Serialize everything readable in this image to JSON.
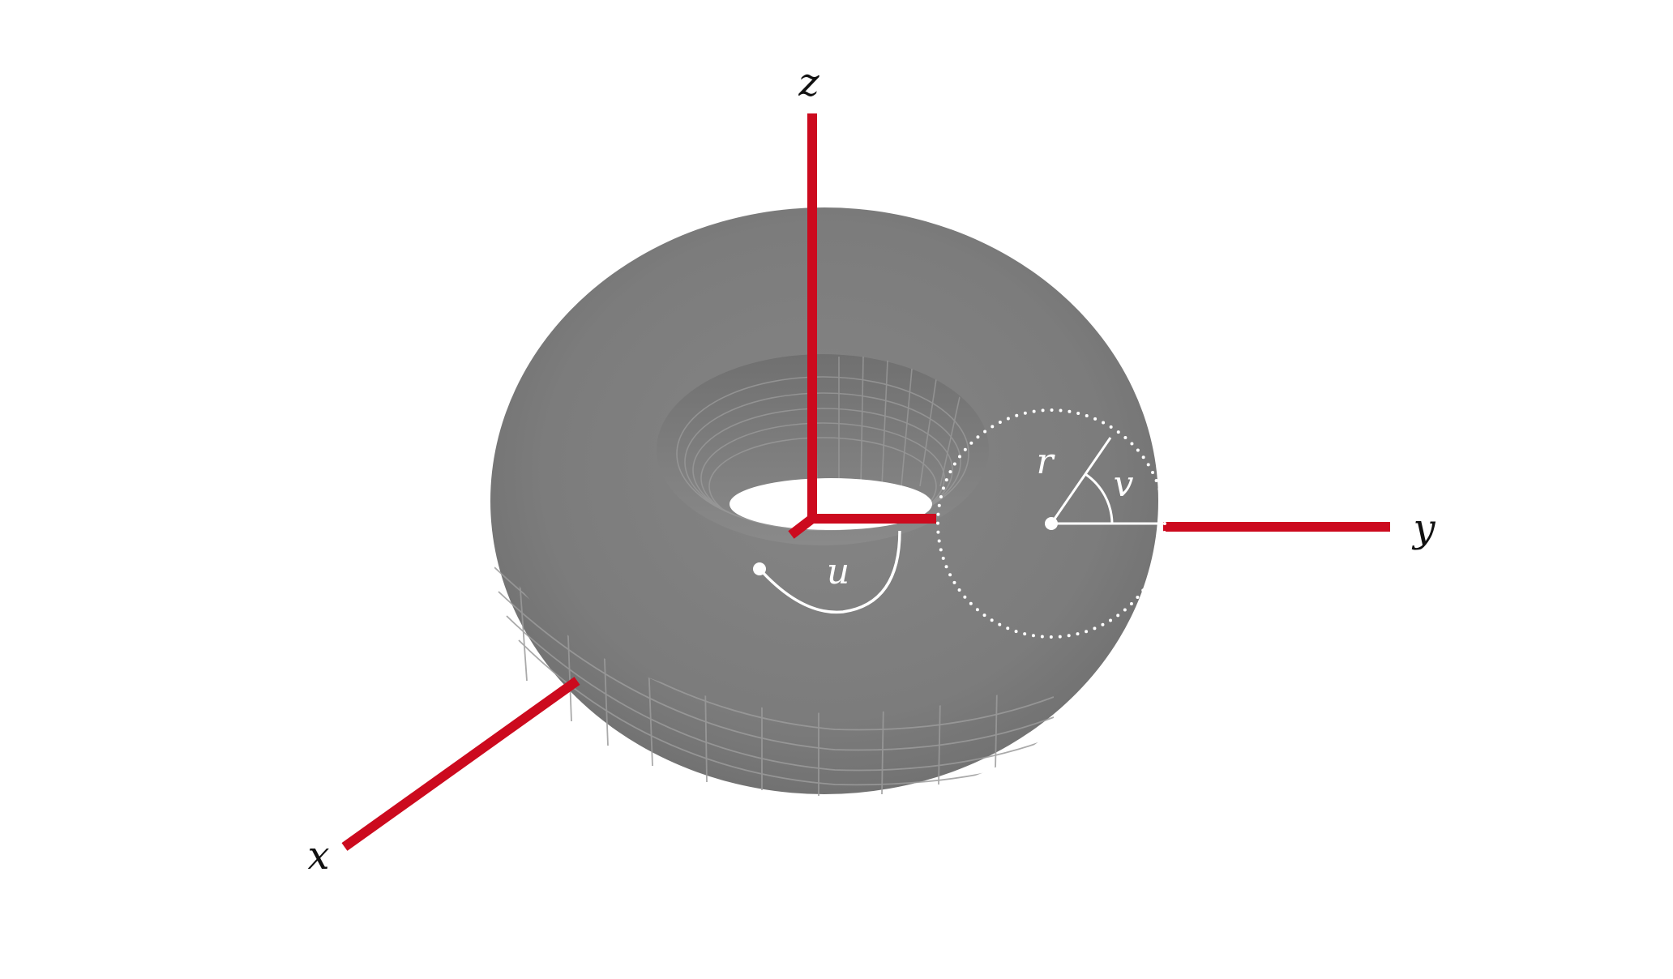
{
  "figure": {
    "background": "#ffffff",
    "surface": "torus",
    "surface_color": "#7f7f7f",
    "axis_color": "#cc0a1e",
    "annotation_color": "#ffffff"
  },
  "axes": {
    "x": {
      "label": "x"
    },
    "y": {
      "label": "y"
    },
    "z": {
      "label": "z"
    }
  },
  "parameters": {
    "u": {
      "label": "u"
    },
    "v": {
      "label": "v"
    },
    "r": {
      "label": "r"
    }
  }
}
